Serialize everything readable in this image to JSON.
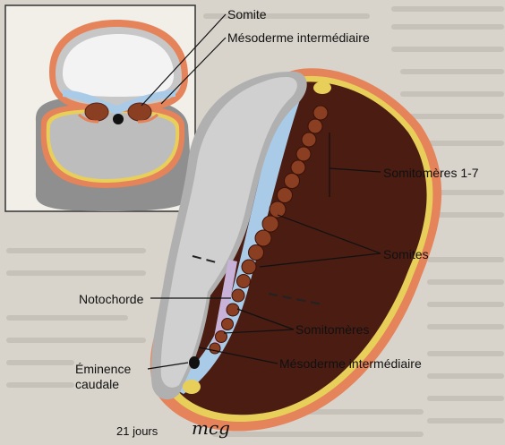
{
  "labels": {
    "somite": "Somite",
    "mesoderme_intermediaire_top": "Mésoderme intermédiaire",
    "somitomeres_1_7": "Somitomères 1-7",
    "somites": "Somites",
    "notochorde": "Notochorde",
    "somitomeres": "Somitomères",
    "mesoderme_intermediaire_bottom": "Mésoderme intermédiaire",
    "eminence_line1": "Éminence",
    "eminence_line2": "caudale",
    "age": "21 jours",
    "signature": "mcg"
  },
  "colors": {
    "ectoderm_gray": "#b8b8b8",
    "neural_blue": "#a9cbe8",
    "mesoderm_brown": "#5a2418",
    "somite_brown": "#8a3e22",
    "endoderm_yellow": "#e8cf5a",
    "outer_orange": "#e5835a",
    "notochord_lilac": "#c9b2d8",
    "background_page": "#d8d4cc"
  }
}
